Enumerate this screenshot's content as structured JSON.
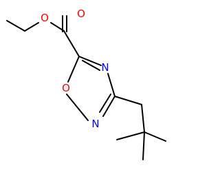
{
  "molecule": {
    "atoms": {
      "carbonyl_oxygen": {
        "label": "O",
        "color": "#ff0000"
      },
      "ester_oxygen": {
        "label": "O",
        "color": "#ff0000"
      },
      "ring_nitrogen_4": {
        "label": "N",
        "color": "#0000ff"
      },
      "ring_oxygen_1": {
        "label": "O",
        "color": "#ff0000"
      },
      "ring_nitrogen_2": {
        "label": "N",
        "color": "#0000ff"
      }
    }
  }
}
